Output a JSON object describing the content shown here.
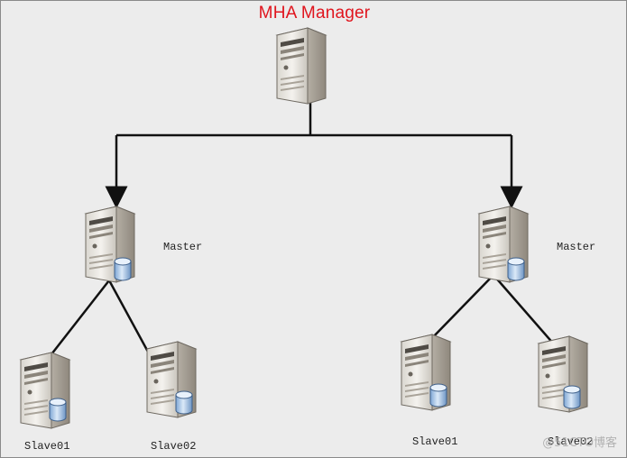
{
  "title": "MHA Manager",
  "nodes": {
    "manager": {
      "icon": "server-icon"
    },
    "master_left": {
      "label": "Master",
      "icon": "database-server-icon"
    },
    "master_right": {
      "label": "Master",
      "icon": "database-server-icon"
    },
    "slave_left_1": {
      "label": "Slave01",
      "icon": "database-server-icon"
    },
    "slave_left_2": {
      "label": "Slave02",
      "icon": "database-server-icon"
    },
    "slave_right_1": {
      "label": "Slave01",
      "icon": "database-server-icon"
    },
    "slave_right_2": {
      "label": "Slave02",
      "icon": "database-server-icon"
    }
  },
  "watermark": "@51CTO博客",
  "colors": {
    "title": "#e0151e",
    "lines": "#111111",
    "background": "#ececec"
  }
}
